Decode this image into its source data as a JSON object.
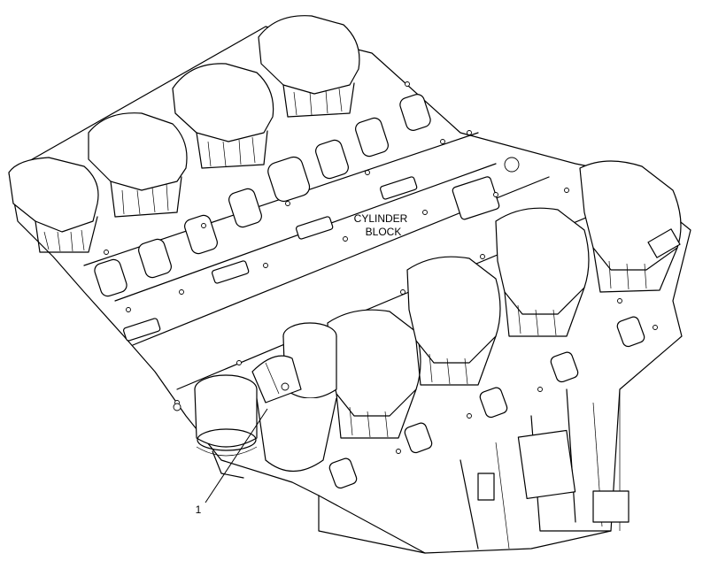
{
  "labels": {
    "block_line1": "CYLINDER",
    "block_line2": "BLOCK",
    "callout_number": "1"
  },
  "colors": {
    "line": "#000000",
    "background": "#ffffff"
  }
}
